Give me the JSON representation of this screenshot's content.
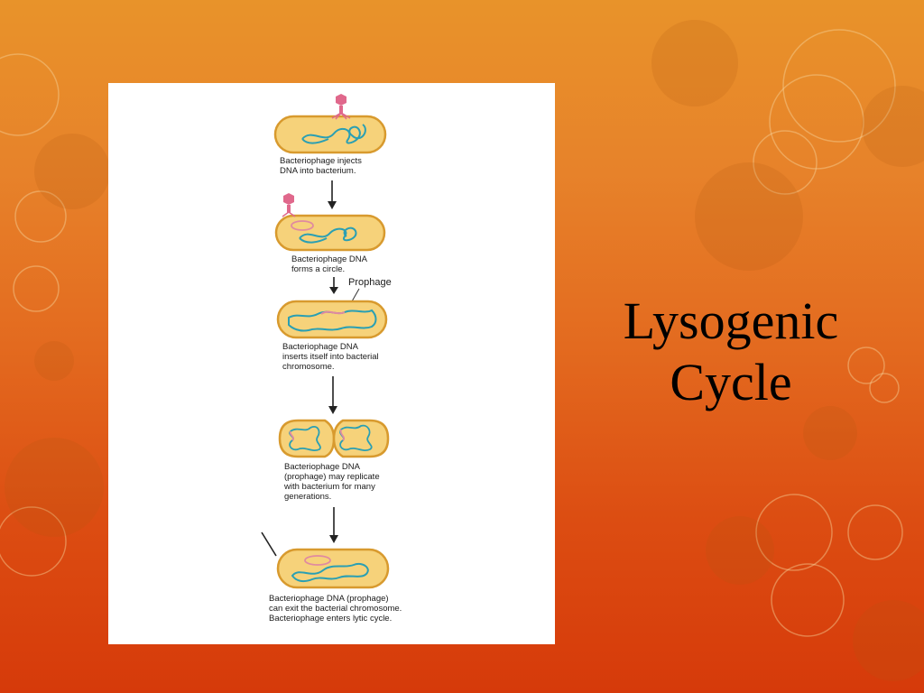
{
  "slide": {
    "title_line1": "Lysogenic",
    "title_line2": "Cycle"
  },
  "diagram": {
    "steps": [
      {
        "caption_lines": [
          "Bacteriophage injects",
          "DNA into bacterium."
        ]
      },
      {
        "caption_lines": [
          "Bacteriophage DNA",
          "forms a circle."
        ]
      },
      {
        "caption_lines": [
          "Bacteriophage DNA",
          "inserts itself into bacterial",
          "chromosome."
        ]
      },
      {
        "caption_lines": [
          "Bacteriophage DNA",
          "(prophage) may replicate",
          "with bacterium for many",
          "generations."
        ]
      },
      {
        "caption_lines": [
          "Bacteriophage DNA (prophage)",
          "can exit the bacterial chromosome.",
          "Bacteriophage enters lytic cycle."
        ]
      }
    ],
    "prophage_label": "Prophage"
  },
  "colors": {
    "cell_fill": "#f6d27a",
    "cell_outline": "#d89a2e",
    "dna_bacterial": "#2a9fb3",
    "dna_phage": "#e08aa0",
    "phage": "#e0688c"
  }
}
